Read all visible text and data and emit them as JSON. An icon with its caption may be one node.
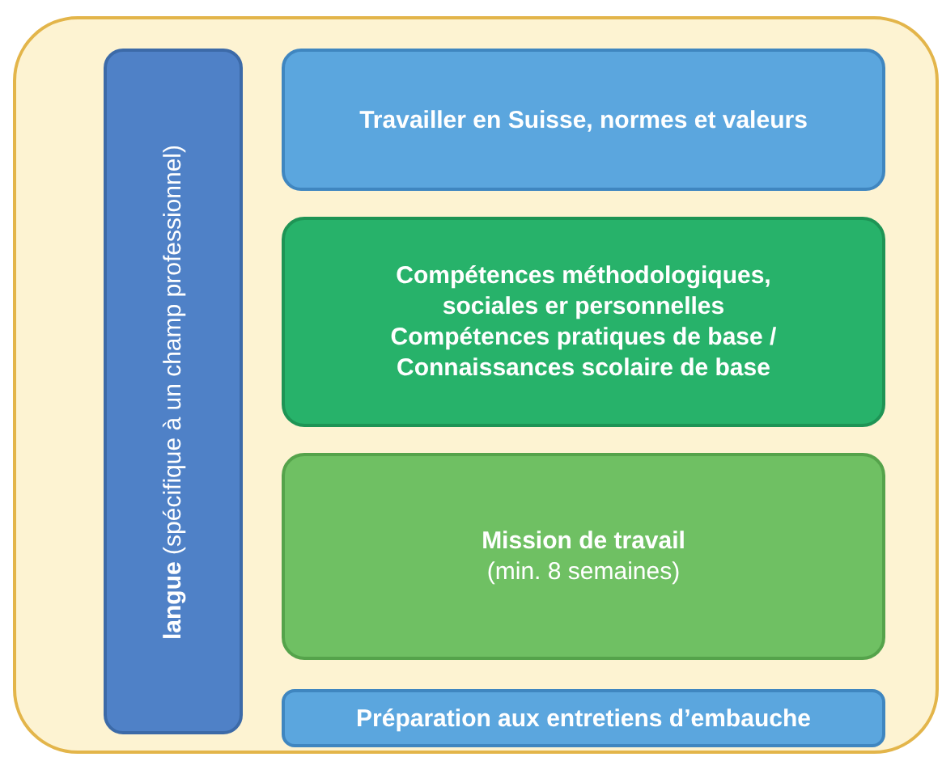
{
  "diagram": {
    "nodes": [
      {
        "text": [],
        "shape": "box"
      },
      {
        "text": [
          "**langue** (spécifique à un champ professionnel)"
        ],
        "in": 0
      },
      {
        "text": [
          "Travailler en Suisse, normes et valeurs"
        ],
        "in": 0
      },
      {
        "text": [
          "Compétences méthodologiques, sociales er personnelles",
          "Compétences pratiques de base / Connaissances scolaire de base"
        ],
        "in": 0
      },
      {
        "text": [
          "Mission de travail",
          "(min. 8 semaines)"
        ],
        "in": 0
      },
      {
        "text": [
          "Préparation aux entretiens d’embauche"
        ],
        "in": 0
      }
    ]
  }
}
